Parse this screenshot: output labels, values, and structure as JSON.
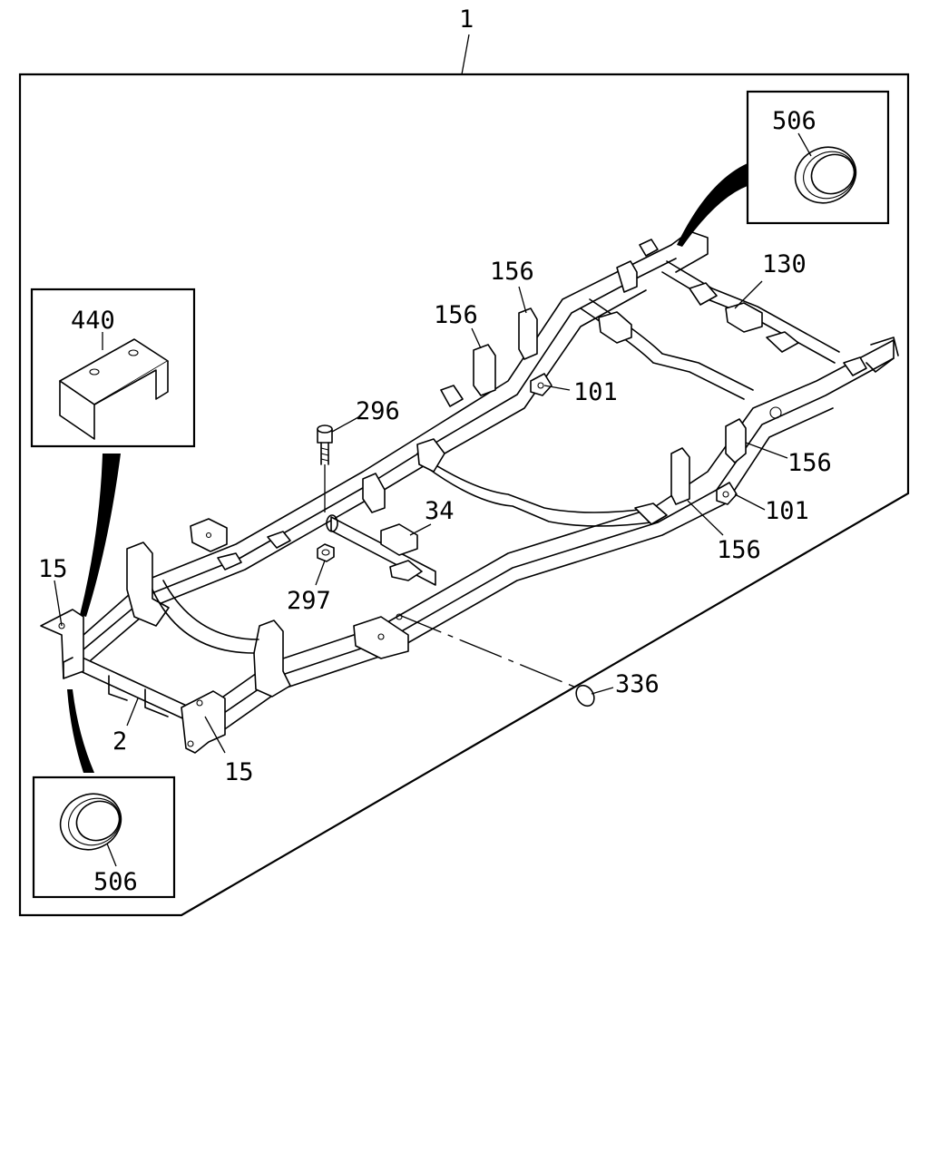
{
  "callouts": [
    {
      "id": "assembly",
      "number": "1"
    },
    {
      "id": "inset-top-right",
      "number": "506"
    },
    {
      "id": "crossmember-rear",
      "number": "130"
    },
    {
      "id": "bracket-156-a",
      "number": "156"
    },
    {
      "id": "bracket-156-b",
      "number": "156"
    },
    {
      "id": "inset-left",
      "number": "440"
    },
    {
      "id": "bracket-101-a",
      "number": "101"
    },
    {
      "id": "bolt",
      "number": "296"
    },
    {
      "id": "bracket-156-c",
      "number": "156"
    },
    {
      "id": "bracket-101-b",
      "number": "101"
    },
    {
      "id": "crossmember-mid",
      "number": "34"
    },
    {
      "id": "bracket-156-d",
      "number": "156"
    },
    {
      "id": "hook-left",
      "number": "15"
    },
    {
      "id": "nut",
      "number": "297"
    },
    {
      "id": "plug",
      "number": "336"
    },
    {
      "id": "crossmember-front",
      "number": "2"
    },
    {
      "id": "hook-right",
      "number": "15"
    },
    {
      "id": "inset-bottom-left",
      "number": "506"
    }
  ]
}
